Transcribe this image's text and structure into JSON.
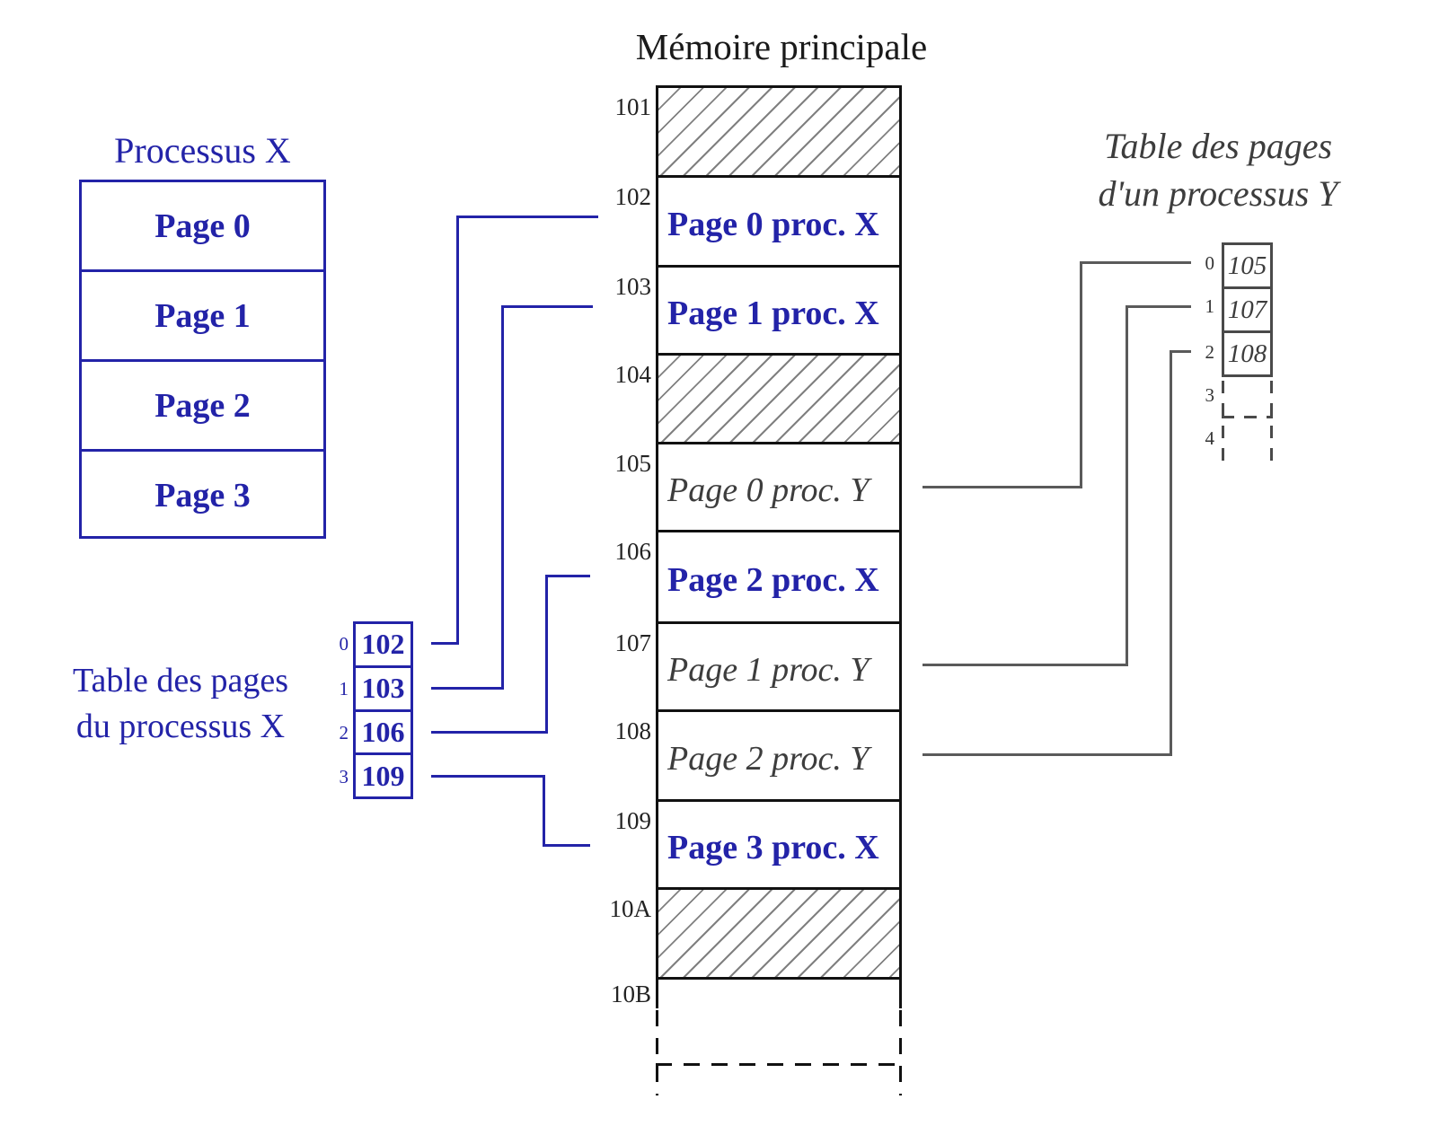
{
  "memory": {
    "title": "Mémoire principale",
    "frames": [
      {
        "address": "101",
        "content": "",
        "type": "hatched"
      },
      {
        "address": "102",
        "content": "Page 0 proc. X",
        "type": "process-x"
      },
      {
        "address": "103",
        "content": "Page 1 proc. X",
        "type": "process-x"
      },
      {
        "address": "104",
        "content": "",
        "type": "hatched"
      },
      {
        "address": "105",
        "content": "Page 0 proc. Y",
        "type": "process-y"
      },
      {
        "address": "106",
        "content": "Page 2 proc. X",
        "type": "process-x"
      },
      {
        "address": "107",
        "content": "Page 1 proc. Y",
        "type": "process-y"
      },
      {
        "address": "108",
        "content": "Page 2 proc. Y",
        "type": "process-y"
      },
      {
        "address": "109",
        "content": "Page 3 proc. X",
        "type": "process-x"
      },
      {
        "address": "10A",
        "content": "",
        "type": "hatched"
      },
      {
        "address": "10B",
        "content": "",
        "type": "open-continuation"
      }
    ]
  },
  "process_x": {
    "title": "Processus X",
    "pages": [
      "Page 0",
      "Page 1",
      "Page 2",
      "Page 3"
    ]
  },
  "page_table_x": {
    "label_line1": "Table des pages",
    "label_line2": "du processus X",
    "entries": [
      {
        "index": "0",
        "frame": "102"
      },
      {
        "index": "1",
        "frame": "103"
      },
      {
        "index": "2",
        "frame": "106"
      },
      {
        "index": "3",
        "frame": "109"
      }
    ]
  },
  "page_table_y": {
    "title_line1": "Table des pages",
    "title_line2": "d'un processus Y",
    "entries": [
      {
        "index": "0",
        "frame": "105"
      },
      {
        "index": "1",
        "frame": "107"
      },
      {
        "index": "2",
        "frame": "108"
      }
    ],
    "pending_indices": [
      "3",
      "4"
    ]
  },
  "colors": {
    "process_x_blue": "#2323a8",
    "process_y_gray": "#3d3d3d",
    "frame_border": "#111111",
    "connector_gray": "#5a5a5a"
  }
}
